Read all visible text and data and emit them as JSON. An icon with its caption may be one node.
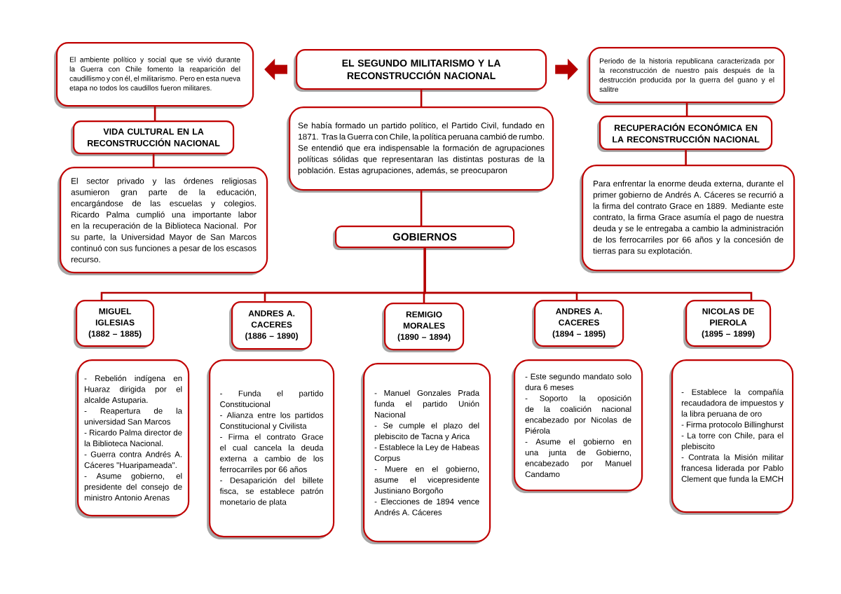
{
  "diagram": {
    "nodes": [
      {
        "text": [
          "El ambiente político y social que se vivió durante la Guerra con Chile fomento la reaparición del caudillismo y con él, el militarismo. Pero en esta nueva etapa no todos los caudillos fueron militares."
        ]
      },
      {
        "text": [
          "EL SEGUNDO MILITARISMO Y LA RECONSTRUCCIÓN NACIONAL"
        ]
      },
      {
        "text": [
          "Periodo de la historia republicana caracterizada por la reconstrucción de nuestro país después de la destrucción producida por la guerra del guano y el salitre"
        ]
      },
      {
        "text": [
          "VIDA CULTURAL EN LA RECONSTRUCCIÓN NACIONAL"
        ]
      },
      {
        "text": [
          "Se había formado un partido político, el Partido Civil, fundado en 1871. Tras la Guerra con Chile, la política peruana cambió de rumbo. Se entendió que era indispensable la formación de agrupaciones políticas sólidas que representaran las distintas posturas de la población. Estas agrupaciones, además, se preocuparon"
        ]
      },
      {
        "text": [
          "RECUPERACIÓN ECONÓMICA EN LA RECONSTRUCCIÓN NACIONAL"
        ]
      },
      {
        "text": [
          "El sector privado y las órdenes religiosas asumieron gran parte de la educación, encargándose de las escuelas y colegios. Ricardo Palma cumplió una importante labor en la recuperación de la Biblioteca Nacional. Por su parte, la Universidad Mayor de San Marcos continuó con sus funciones a pesar de los escasos recurso."
        ]
      },
      {
        "text": [
          "GOBIERNOS"
        ]
      },
      {
        "text": [
          "Para enfrentar la enorme deuda externa, durante el primer gobierno de Andrés A. Cáceres se recurrió a la firma del contrato Grace en 1889. Mediante este contrato, la firma Grace asumía el pago de nuestra deuda y se le entregaba a cambio la administración de los ferrocarriles por 66 años y la concesión de tierras para su explotación."
        ]
      },
      {
        "text": [
          "MIGUEL IGLESIAS (1882 – 1885)"
        ]
      },
      {
        "text": [
          "ANDRES A. CACERES (1886 – 1890)"
        ]
      },
      {
        "text": [
          "REMIGIO MORALES (1890 – 1894)"
        ]
      },
      {
        "text": [
          "ANDRES A. CACERES (1894 – 1895)"
        ]
      },
      {
        "text": [
          "NICOLAS DE PIEROLA (1895 – 1899)"
        ]
      },
      {
        "text": [
          "- Rebelión indígena en Huaraz dirigida por el alcalde Astuparia.",
          "- Reapertura de la universidad San Marcos",
          "- Ricardo Palma director de la Biblioteca Nacional.",
          "- Guerra contra Andrés A. Cáceres \"Huaripameada\".",
          "- Asume gobierno, el presidente del consejo de ministro Antonio Arenas"
        ]
      },
      {
        "text": [
          "- Funda el partido Constitucional",
          "- Alianza entre los partidos Constitucional y Civilista",
          "- Firma el contrato Grace el cual cancela la deuda externa a cambio de los ferrocarriles por 66 años",
          "- Desaparición del billete fisca, se establece patrón monetario de plata"
        ]
      },
      {
        "text": [
          "- Manuel Gonzales Prada funda el partido Unión Nacional",
          "- Se cumple el plazo del plebiscito de Tacna y Arica",
          "- Establece la Ley de Habeas Corpus",
          "- Muere en el gobierno, asume el vicepresidente Justiniano Borgoño",
          "- Elecciones de 1894 vence Andrés A. Cáceres"
        ]
      },
      {
        "text": [
          "- Este segundo mandato solo dura 6 meses",
          "- Soporto la oposición de la coalición nacional encabezado por Nicolas de Piérola",
          "- Asume el gobierno en una junta de Gobierno, encabezado por Manuel Candamo"
        ]
      },
      {
        "text": [
          "- Establece la compañía recaudadora de impuestos y la libra peruana de oro",
          "- Firma protocolo Billinghurst - La torre con Chile, para el plebiscito",
          "- Contrata la Misión militar francesa liderada por Pablo Clement que funda la EMCH"
        ]
      }
    ],
    "edges": [
      {
        "from": 1,
        "to": 0,
        "arrow": "to",
        "style": "thick"
      },
      {
        "from": 1,
        "to": 2,
        "arrow": "to",
        "style": "thick"
      },
      {
        "from": 1,
        "to": 4,
        "arrow": "none"
      },
      {
        "from": 0,
        "to": 3,
        "arrow": "none"
      },
      {
        "from": 3,
        "to": 6,
        "arrow": "none"
      },
      {
        "from": 2,
        "to": 5,
        "arrow": "none"
      },
      {
        "from": 5,
        "to": 8,
        "arrow": "none"
      },
      {
        "from": 4,
        "to": 7,
        "arrow": "none"
      },
      {
        "from": 7,
        "to": 9,
        "arrow": "none"
      },
      {
        "from": 7,
        "to": 10,
        "arrow": "none"
      },
      {
        "from": 7,
        "to": 11,
        "arrow": "none"
      },
      {
        "from": 7,
        "to": 12,
        "arrow": "none"
      },
      {
        "from": 7,
        "to": 13,
        "arrow": "none"
      }
    ]
  }
}
